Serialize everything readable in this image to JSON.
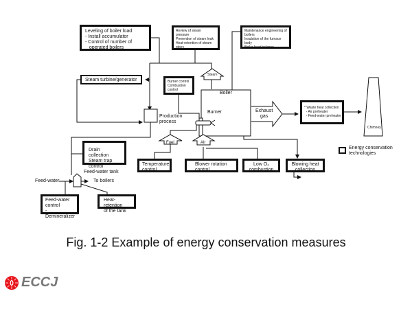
{
  "diagram": {
    "tech_boxes": {
      "boiler_load": [
        "Leveling of boiler load",
        "- Install accumulator",
        "- Control of number of",
        "   operated boilers"
      ],
      "steam_review": [
        "Review of steam",
        "pressure",
        "Prevention of steam leak",
        "Heat-retention of steam",
        "pipes"
      ],
      "maintenance": [
        "Maintenance engineering of",
        "boilers",
        "Insulation of the furnace",
        "body",
        "Boiler heat balance"
      ],
      "burner_control": [
        "Burner control",
        "Combustion",
        "control"
      ],
      "waste_heat": [
        "* Waste heat collection",
        "  - Air preheater",
        "  - Feed-water preheater"
      ],
      "drain": [
        "Drain collection",
        "Steam trap control"
      ],
      "temperature": [
        "Temperature",
        "control"
      ],
      "blower": [
        "Blower rotation",
        "control"
      ],
      "low_o2": [
        "Low O₂",
        "combustion"
      ],
      "blowing": [
        "Blowing heat",
        "collection"
      ],
      "feed_water_control": [
        "Feed-water",
        "control",
        "- Demineralizer"
      ],
      "heat_retention": [
        "Heat-retention",
        "of the tank"
      ]
    },
    "plain_boxes": {
      "steam_turbine": "Steam turbine/generator"
    },
    "labels": {
      "steam": "Steam",
      "boiler": "Boiler",
      "burner": "Burner",
      "production_process": [
        "Production",
        "process"
      ],
      "exhaust_gas": [
        "Exhaust",
        "gas"
      ],
      "fuel": "Fuel",
      "air": "Air",
      "chimney": "Chimney",
      "feed_water_tank": "Feed-water tank",
      "feed_water": "Feed-water",
      "to_boilers": "To boilers"
    },
    "legend": {
      "label": [
        "Energy conservation",
        "technologies"
      ]
    }
  },
  "caption": "Fig. 1-2 Example of energy conservation measures",
  "logo": {
    "text": "ECCJ",
    "color_primary": "#e8141b",
    "color_text": "#777777"
  }
}
